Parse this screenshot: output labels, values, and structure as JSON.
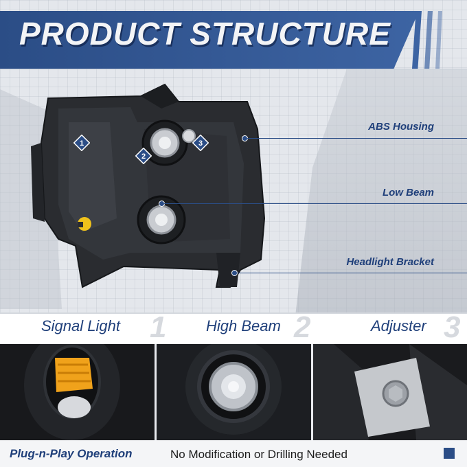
{
  "header": {
    "title": "PRODUCT STRUCTURE"
  },
  "callouts": [
    {
      "label": "ABS Housing"
    },
    {
      "label": "Low Beam"
    },
    {
      "label": "Headlight Bracket"
    }
  ],
  "badges": [
    "1",
    "2",
    "3"
  ],
  "features": [
    {
      "label": "Signal Light",
      "number": "1"
    },
    {
      "label": "High Beam",
      "number": "2"
    },
    {
      "label": "Adjuster",
      "number": "3"
    }
  ],
  "footer": {
    "lead": "Plug-n-Play Operation",
    "text": "No Modification or Drilling Needed"
  },
  "colors": {
    "brand_blue": "#2b4d86",
    "signal_amber": "#f0a21b"
  }
}
